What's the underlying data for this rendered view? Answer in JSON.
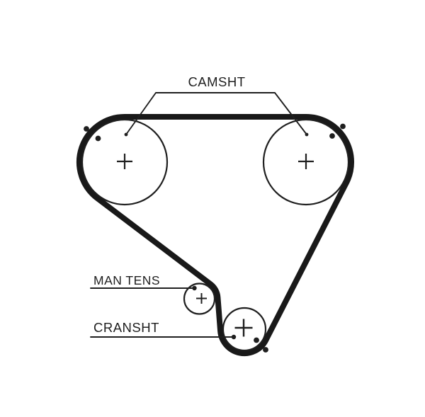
{
  "diagram": {
    "type": "timing-belt-routing-diagram",
    "colors": {
      "background": "#ffffff",
      "ink": "#1f1f1f",
      "belt": "#191919"
    },
    "labels": {
      "camshaft": "CAMSHT",
      "manual_tensioner": "MAN TENS",
      "crankshaft": "CRANSHT"
    },
    "components": [
      {
        "name": "camshaft-pulley-left",
        "marker": "center-cross"
      },
      {
        "name": "camshaft-pulley-right",
        "marker": "center-cross"
      },
      {
        "name": "manual-tensioner-pulley",
        "marker": "center-cross"
      },
      {
        "name": "crankshaft-pulley",
        "marker": "center-cross"
      },
      {
        "name": "timing-belt",
        "marker": "thick-loop"
      },
      {
        "name": "alignment-dots",
        "marker": "filled-dot-pairs"
      }
    ]
  }
}
